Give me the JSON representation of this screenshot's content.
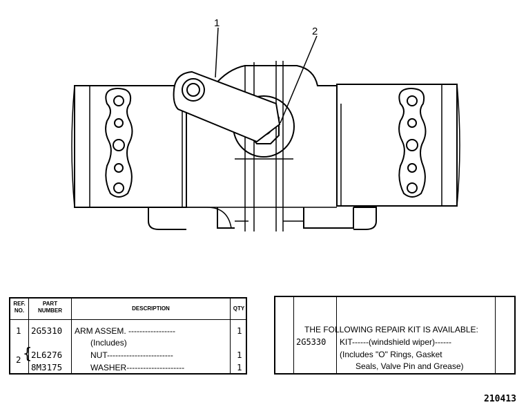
{
  "callouts": {
    "c1": "1",
    "c2": "2"
  },
  "parts_table": {
    "headers": {
      "ref_line1": "REF.",
      "ref_line2": "NO.",
      "part_line1": "PART",
      "part_line2": "NUMBER",
      "description": "DESCRIPTION",
      "qty": "QTY"
    },
    "rows": [
      {
        "ref": "1",
        "part": "2G5310",
        "description": "ARM ASSEM. -----------------",
        "qty": "1"
      },
      {
        "ref": "",
        "part": "",
        "description": "(Includes)",
        "qty": ""
      },
      {
        "ref": "2",
        "part": "2L6276",
        "description": "NUT------------------------",
        "qty": "1"
      },
      {
        "ref": "",
        "part": "8M3175",
        "description": "WASHER---------------------",
        "qty": "1"
      }
    ]
  },
  "kit_table": {
    "heading": "THE FOLLOWING REPAIR KIT IS AVAILABLE:",
    "part": "2G5330",
    "line1": "KIT------(windshield wiper)------",
    "line2": "(Includes \"O\" Rings, Gasket",
    "line3": "Seals, Valve Pin and Grease)"
  },
  "figure_number": "210413"
}
